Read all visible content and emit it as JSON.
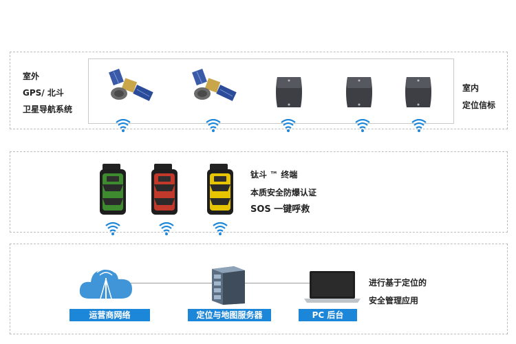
{
  "top": {
    "left_label_1": "室外",
    "left_label_2": "GPS/ 北斗",
    "left_label_3": "卫星导航系统",
    "right_label_1": "室内",
    "right_label_2": "定位信标"
  },
  "middle": {
    "line_1": "钛斗 ™ 终端",
    "line_2": "本质安全防爆认证",
    "line_3": "SOS 一键呼救",
    "terminal_colors": [
      "#3d8b2e",
      "#c0392b",
      "#e6c400"
    ]
  },
  "bottom": {
    "cloud_label": "运营商网络",
    "server_label": "定位与地图服务器",
    "pc_label": "PC 后台",
    "right_text_1": "进行基于定位的",
    "right_text_2": "安全管理应用"
  },
  "colors": {
    "accent": "#1c86d8",
    "wifi": "#1c86d8"
  }
}
